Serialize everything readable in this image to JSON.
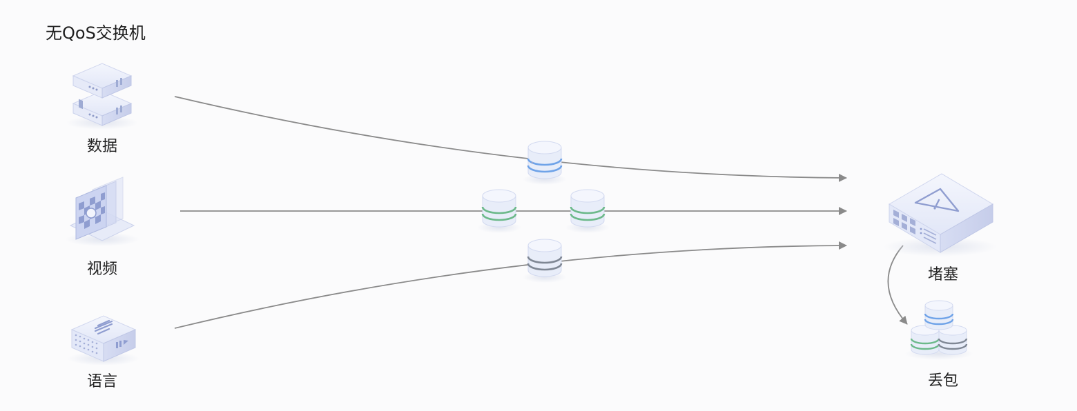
{
  "title": "无QoS交换机",
  "sources": {
    "data": "数据",
    "video": "视频",
    "voice": "语言"
  },
  "switch_state": "堵塞",
  "drop_state": "丢包",
  "icons": {
    "data_source": "server-stack-icon",
    "video_source": "video-frames-icon",
    "voice_source": "speaker-box-icon",
    "switch": "switch-warning-icon",
    "packet": "database-packet-icon"
  },
  "colors": {
    "data_packet": "#6fa3e8",
    "video_packet": "#6cb98a",
    "voice_packet": "#7f8794",
    "arrow": "#8a8a8a"
  }
}
